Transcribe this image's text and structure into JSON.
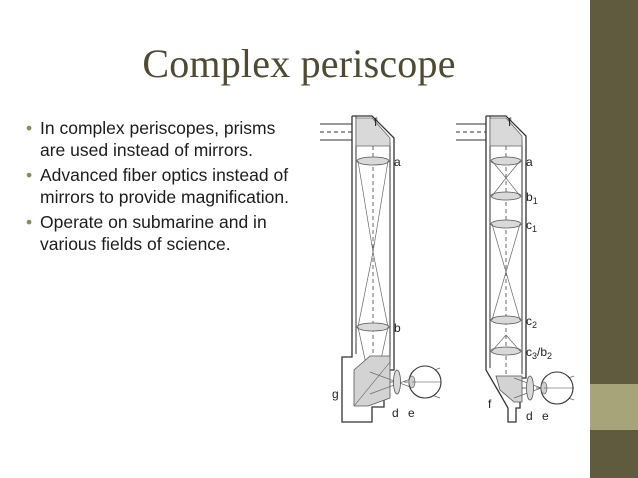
{
  "slide": {
    "title": "Complex periscope",
    "bullets": [
      "In complex periscopes, prisms are used instead of mirrors.",
      "Advanced fiber optics instead of mirrors to provide magnification.",
      "Operate on submarine and in various fields of science."
    ],
    "bullet_glyph": "•"
  },
  "diagram": {
    "left_labels": {
      "f": "f",
      "a": "a",
      "b": "b",
      "g": "g",
      "d": "d",
      "e": "e"
    },
    "right_labels": {
      "f_top": "f",
      "a": "a",
      "b1": "b",
      "b1_sub": "1",
      "c1": "c",
      "c1_sub": "1",
      "c2": "c",
      "c2_sub": "2",
      "c3b2_c": "c",
      "c3b2_sub3": "3",
      "c3b2_b": "/b",
      "c3b2_sub2": "2",
      "f_bottom": "f",
      "d": "d",
      "e": "e"
    }
  },
  "colors": {
    "title": "#4f4a33",
    "bullet_mark": "#8d8a5a",
    "band_dark": "#605b3f",
    "band_light": "#a7a47a"
  }
}
